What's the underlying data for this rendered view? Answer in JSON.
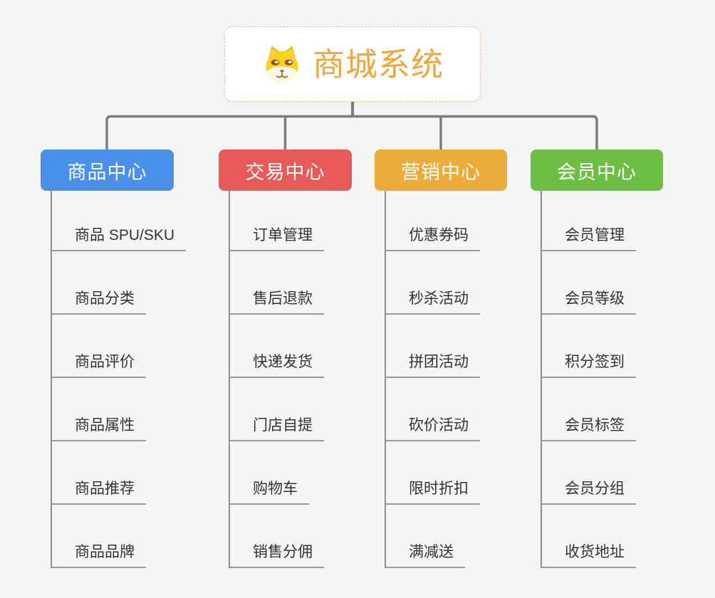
{
  "app": "mind-map",
  "background_color": "#f5f5f6",
  "connector_color": "#7d7d7d",
  "root": {
    "title": "商城系统",
    "icon": "dog-face-icon",
    "text_color": "#f0a63c",
    "border_color": "#f1c182"
  },
  "branches": [
    {
      "label": "商品中心",
      "color": "#4a90e8",
      "children": [
        "商品 SPU/SKU",
        "商品分类",
        "商品评价",
        "商品属性",
        "商品推荐",
        "商品品牌"
      ]
    },
    {
      "label": "交易中心",
      "color": "#e65a5a",
      "children": [
        "订单管理",
        "售后退款",
        "快递发货",
        "门店自提",
        "购物车",
        "销售分佣"
      ]
    },
    {
      "label": "营销中心",
      "color": "#ebac3b",
      "children": [
        "优惠券码",
        "秒杀活动",
        "拼团活动",
        "砍价活动",
        "限时折扣",
        "满减送"
      ]
    },
    {
      "label": "会员中心",
      "color": "#6cbe45",
      "children": [
        "会员管理",
        "会员等级",
        "积分签到",
        "会员标签",
        "会员分组",
        "收货地址"
      ]
    }
  ]
}
